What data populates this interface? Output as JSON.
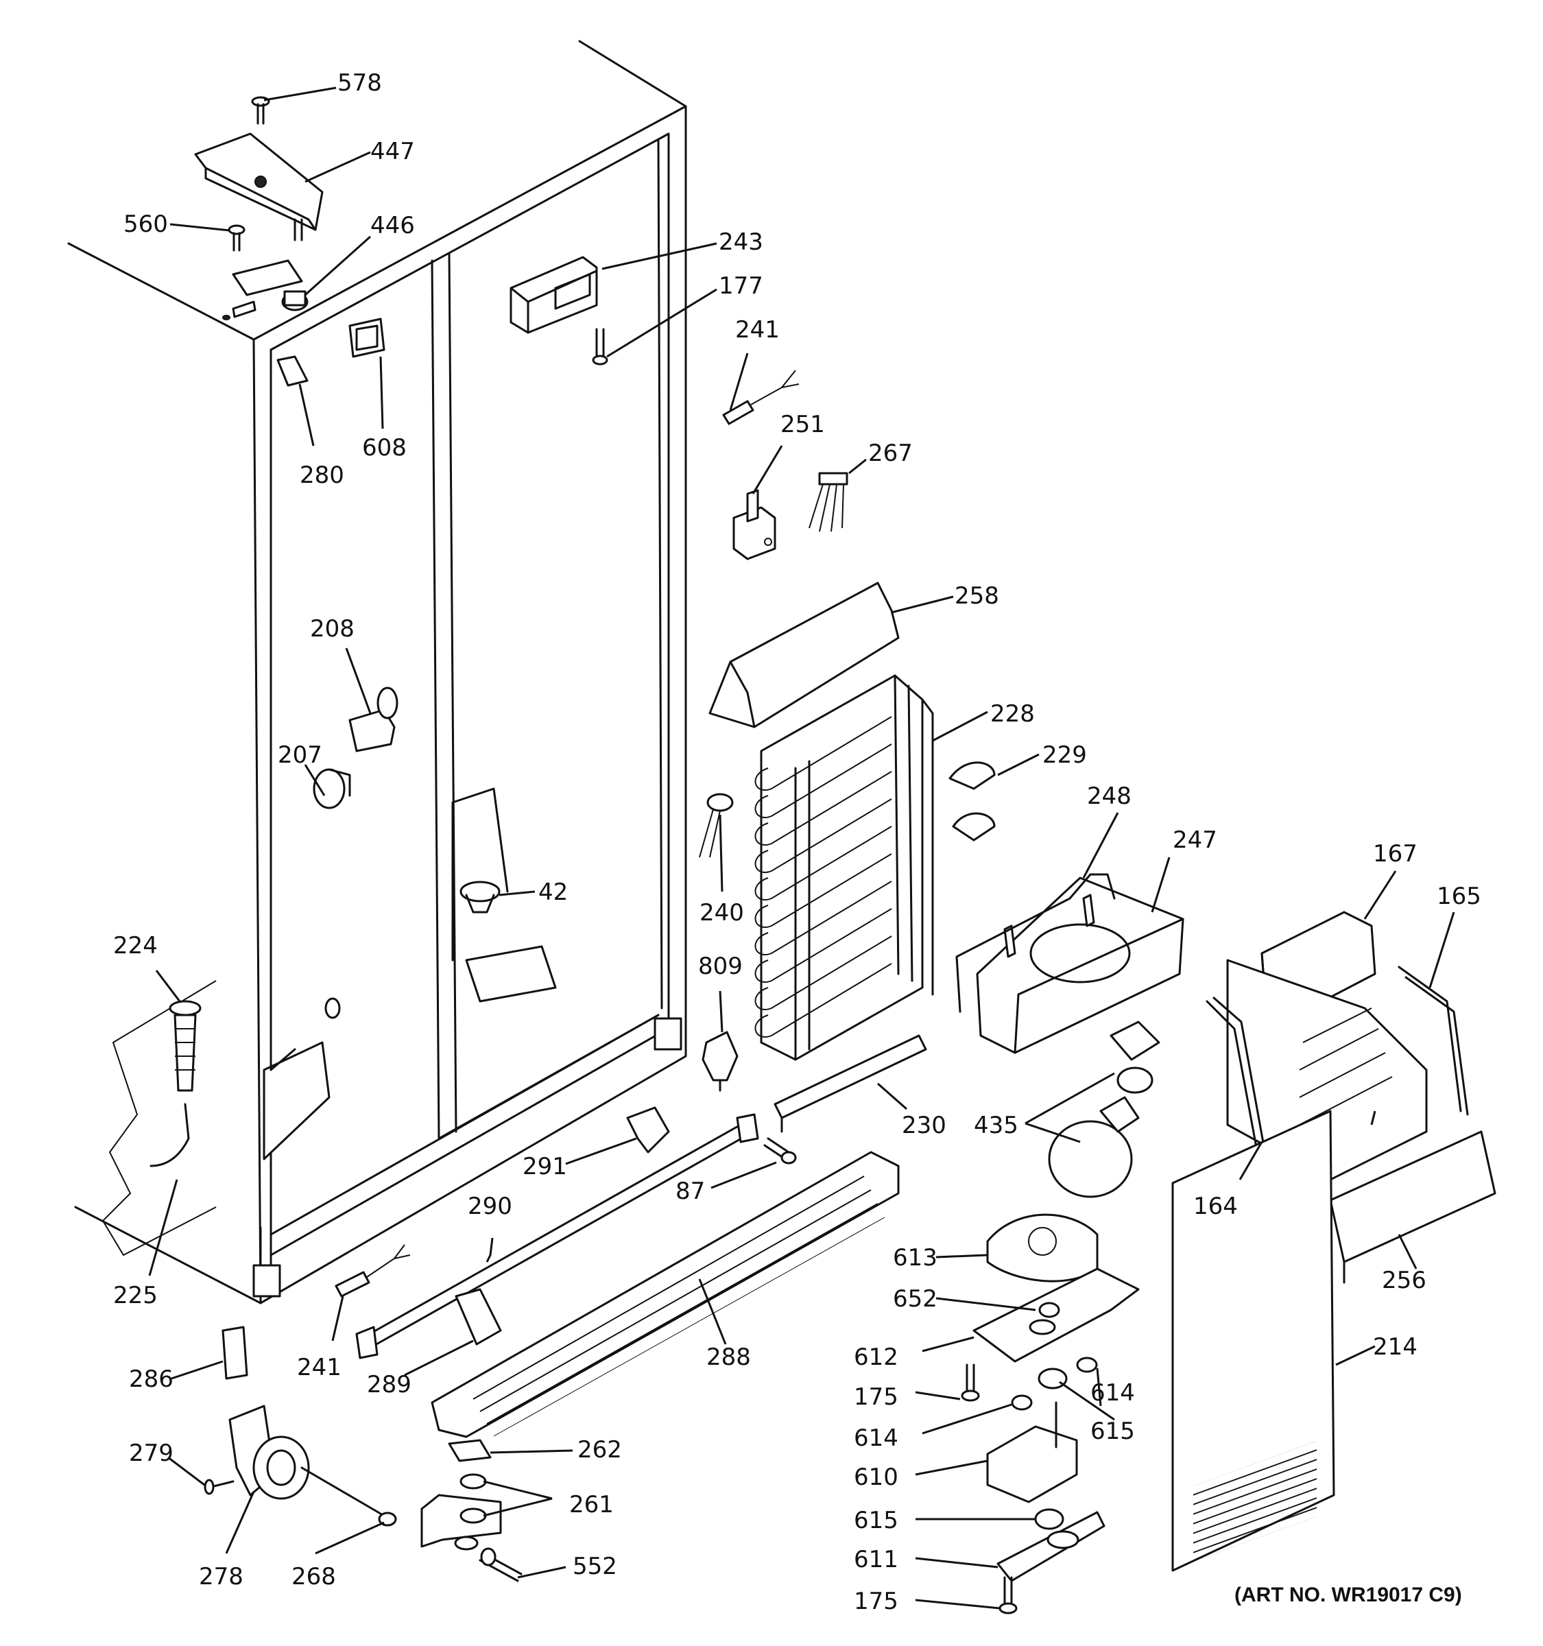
{
  "labels": [
    {
      "id": "p578",
      "text": "578"
    },
    {
      "id": "p447",
      "text": "447"
    },
    {
      "id": "p560",
      "text": "560"
    },
    {
      "id": "p446",
      "text": "446"
    },
    {
      "id": "p243",
      "text": "243"
    },
    {
      "id": "p177",
      "text": "177"
    },
    {
      "id": "p241a",
      "text": "241"
    },
    {
      "id": "p251",
      "text": "251"
    },
    {
      "id": "p267",
      "text": "267"
    },
    {
      "id": "p280",
      "text": "280"
    },
    {
      "id": "p608",
      "text": "608"
    },
    {
      "id": "p258",
      "text": "258"
    },
    {
      "id": "p208",
      "text": "208"
    },
    {
      "id": "p228",
      "text": "228"
    },
    {
      "id": "p229",
      "text": "229"
    },
    {
      "id": "p207",
      "text": "207"
    },
    {
      "id": "p248",
      "text": "248"
    },
    {
      "id": "p247",
      "text": "247"
    },
    {
      "id": "p42",
      "text": "42"
    },
    {
      "id": "p240",
      "text": "240"
    },
    {
      "id": "p167",
      "text": "167"
    },
    {
      "id": "p165",
      "text": "165"
    },
    {
      "id": "p224",
      "text": "224"
    },
    {
      "id": "p809",
      "text": "809"
    },
    {
      "id": "p230",
      "text": "230"
    },
    {
      "id": "p435",
      "text": "435"
    },
    {
      "id": "p291",
      "text": "291"
    },
    {
      "id": "p87",
      "text": "87"
    },
    {
      "id": "p164",
      "text": "164"
    },
    {
      "id": "p290",
      "text": "290"
    },
    {
      "id": "p613",
      "text": "613"
    },
    {
      "id": "p256",
      "text": "256"
    },
    {
      "id": "p225",
      "text": "225"
    },
    {
      "id": "p652",
      "text": "652"
    },
    {
      "id": "p241b",
      "text": "241"
    },
    {
      "id": "p612",
      "text": "612"
    },
    {
      "id": "p214",
      "text": "214"
    },
    {
      "id": "p288",
      "text": "288"
    },
    {
      "id": "p286",
      "text": "286"
    },
    {
      "id": "p289",
      "text": "289"
    },
    {
      "id": "p175a",
      "text": "175"
    },
    {
      "id": "p614a",
      "text": "614"
    },
    {
      "id": "p614b",
      "text": "614"
    },
    {
      "id": "p615a",
      "text": "615"
    },
    {
      "id": "p279",
      "text": "279"
    },
    {
      "id": "p262",
      "text": "262"
    },
    {
      "id": "p610",
      "text": "610"
    },
    {
      "id": "p261",
      "text": "261"
    },
    {
      "id": "p615b",
      "text": "615"
    },
    {
      "id": "p278",
      "text": "278"
    },
    {
      "id": "p268",
      "text": "268"
    },
    {
      "id": "p552",
      "text": "552"
    },
    {
      "id": "p611",
      "text": "611"
    },
    {
      "id": "p175b",
      "text": "175"
    }
  ],
  "art_number": "(ART NO. WR19017 C9)"
}
